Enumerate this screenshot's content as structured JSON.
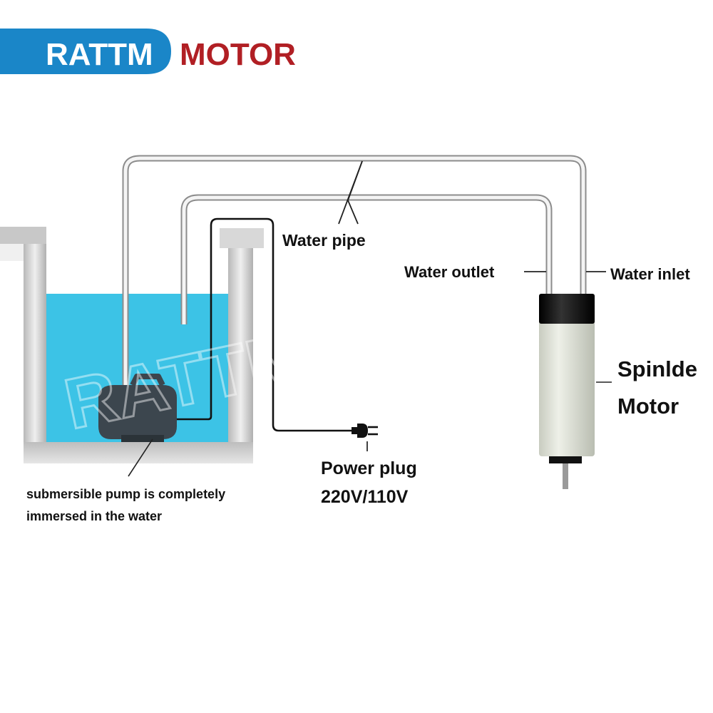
{
  "logo": {
    "brand_left": "RATTM",
    "brand_right": "MOTOR",
    "brand_left_bg": "#1a86c8",
    "brand_right_color": "#b11f24"
  },
  "watermark": {
    "text": "RATTM"
  },
  "labels": {
    "water_pipe": "Water pipe",
    "water_outlet": "Water outlet",
    "water_inlet": "Water inlet",
    "spindle_line1": "Spinlde",
    "spindle_line2": "Motor",
    "power_plug_line1": "Power plug",
    "power_plug_line2": "220V/110V",
    "pump_line1": "submersible pump is completely",
    "pump_line2": "immersed in the water"
  },
  "colors": {
    "water": "#3cc3e6",
    "tank_wall": "#cfcfcf",
    "pump": "#3c464e",
    "spindle_body": "#d9ddd2",
    "spindle_cap": "#111111",
    "pipe": "#9a9a9a"
  },
  "icons": {
    "plug": "power-plug-icon",
    "pump": "submersible-pump-icon"
  }
}
